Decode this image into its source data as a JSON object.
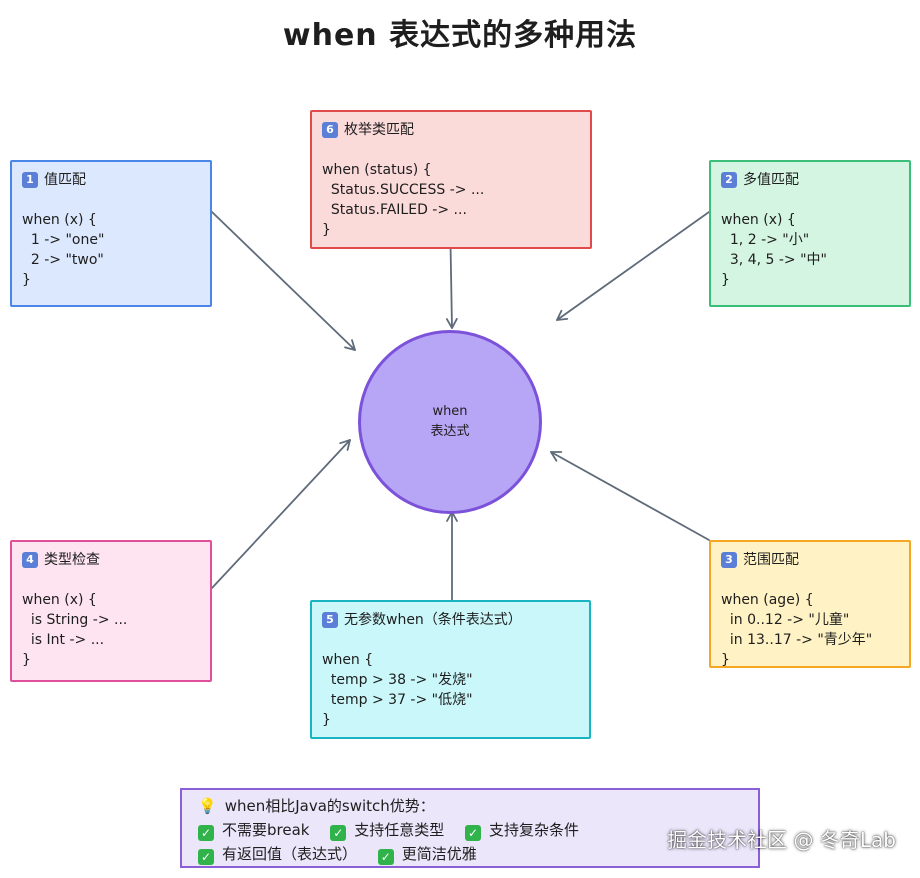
{
  "title": "when 表达式的多种用法",
  "center": {
    "line1": "when",
    "line2": "表达式"
  },
  "boxes": {
    "value_match": {
      "badge": "1",
      "title": "值匹配",
      "code": "when (x) {\n  1 -> \"one\"\n  2 -> \"two\"\n}"
    },
    "multi_value": {
      "badge": "2",
      "title": "多值匹配",
      "code": "when (x) {\n  1, 2 -> \"小\"\n  3, 4, 5 -> \"中\"\n}"
    },
    "range_match": {
      "badge": "3",
      "title": "范围匹配",
      "code": "when (age) {\n  in 0..12 -> \"儿童\"\n  in 13..17 -> \"青少年\"\n}"
    },
    "type_check": {
      "badge": "4",
      "title": "类型检查",
      "code": "when (x) {\n  is String -> ...\n  is Int -> ...\n}"
    },
    "no_arg": {
      "badge": "5",
      "title": "无参数when（条件表达式）",
      "code": "when {\n  temp > 38 -> \"发烧\"\n  temp > 37 -> \"低烧\"\n}"
    },
    "enum_match": {
      "badge": "6",
      "title": "枚举类匹配",
      "code": "when (status) {\n  Status.SUCCESS -> ...\n  Status.FAILED -> ...\n}"
    }
  },
  "summary": {
    "heading": "when相比Java的switch优势：",
    "items": [
      "不需要break",
      "支持任意类型",
      "支持复杂条件",
      "有返回值（表达式）",
      "更简洁优雅"
    ]
  },
  "watermark": "掘金技术社区 @ 冬奇Lab",
  "colors": {
    "value_match": "#4a86e8",
    "multi_value": "#3bbf78",
    "range_match": "#f5a623",
    "type_check": "#e0509a",
    "no_arg": "#19b4c2",
    "enum_match": "#e04a4a",
    "center": "#7b52d9",
    "arrow": "#5f6b7a"
  }
}
